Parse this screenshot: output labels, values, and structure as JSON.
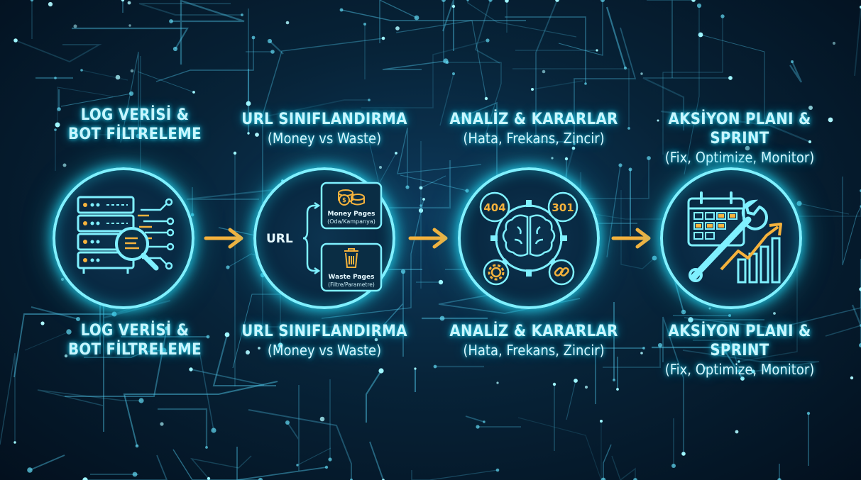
{
  "steps": [
    {
      "title_top": [
        "LOG VERİSİ &",
        "BOT FİLTRELEME"
      ],
      "title_bottom": [
        "LOG VERİSİ &",
        "BOT FİLTRELEME"
      ]
    },
    {
      "title_top": [
        "URL SINIFLANDIRMA",
        "(Money vs Waste)"
      ],
      "title_bottom": [
        "URL SINIFLANDIRMA",
        "(Money vs Waste)"
      ],
      "url_label": "URL",
      "money_title": "Money Pages",
      "money_sub": "(Oda/Kampanya)",
      "waste_title": "Waste Pages",
      "waste_sub": "(Filtre/Parametre)"
    },
    {
      "title_top": [
        "ANALİZ & KARARLAR",
        "(Hata, Frekans, Zincir)"
      ],
      "title_bottom": [
        "ANALİZ & KARARLAR",
        "(Hata, Frekans, Zincir)"
      ],
      "badge_left": "404",
      "badge_right": "301"
    },
    {
      "title_top": [
        "AKSİYON PLANI & SPRINT",
        "(Fix, Optimize, Monitor)"
      ],
      "title_bottom": [
        "AKSİYON PLANI & SPRINT",
        "(Fix, Optimize, Monitor)"
      ]
    }
  ],
  "icons": {
    "step1": "server-magnifier-icon",
    "step2": "url-split-icon",
    "step3": "brain-gear-icon",
    "step4": "calendar-wrench-chart-icon",
    "connector": "arrow-right-icon"
  },
  "colors": {
    "cyan": "#7ff0ff",
    "orange": "#f5b23c",
    "background": "#03101e"
  }
}
